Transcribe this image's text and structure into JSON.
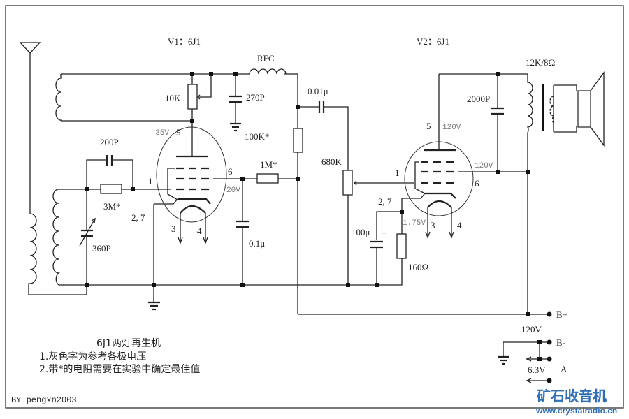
{
  "title": "6J1两灯再生机",
  "notes": [
    "1.灰色字为参考各极电压",
    "2.带*的电阻需要在实验中确定最佳值"
  ],
  "author": "BY pengxn2003",
  "watermark": {
    "text": "矿石收音机",
    "url": "www.crystalradio.cn",
    "color": "#2f6fb5"
  },
  "tubes": {
    "v1": {
      "label": "V1：6J1",
      "pins": {
        "p1": "1",
        "p27": "2, 7",
        "p3": "3",
        "p4": "4",
        "p5": "5",
        "p6": "6"
      },
      "voltages": {
        "plate": "35V",
        "screen": "20V"
      }
    },
    "v2": {
      "label": "V2：6J1",
      "pins": {
        "p1": "1",
        "p27": "2, 7",
        "p3": "3",
        "p4": "4",
        "p5": "5",
        "p6": "6"
      },
      "voltages": {
        "plate": "120V",
        "screen": "120V",
        "cathode": "1.75V"
      }
    }
  },
  "components": {
    "pot_regen": "10K",
    "c_bypass": "270P",
    "rfc": "RFC",
    "c_couple": "0.01μ",
    "r_plate": "100K*",
    "pot_volume": "680K",
    "c_grid": "200P",
    "r_grid": "3M*",
    "c_tune": "360P",
    "r_screen": "1M*",
    "c_screen": "0.1μ",
    "c_cathode": "100μ",
    "c_cathode_polarity": "+",
    "r_cathode": "160Ω",
    "c_tone": "2000P",
    "transformer": "12K/8Ω"
  },
  "power": {
    "b_plus": "B+",
    "b_minus": "B-",
    "b_voltage": "120V",
    "a_label": "A",
    "a_voltage": "6.3V"
  }
}
